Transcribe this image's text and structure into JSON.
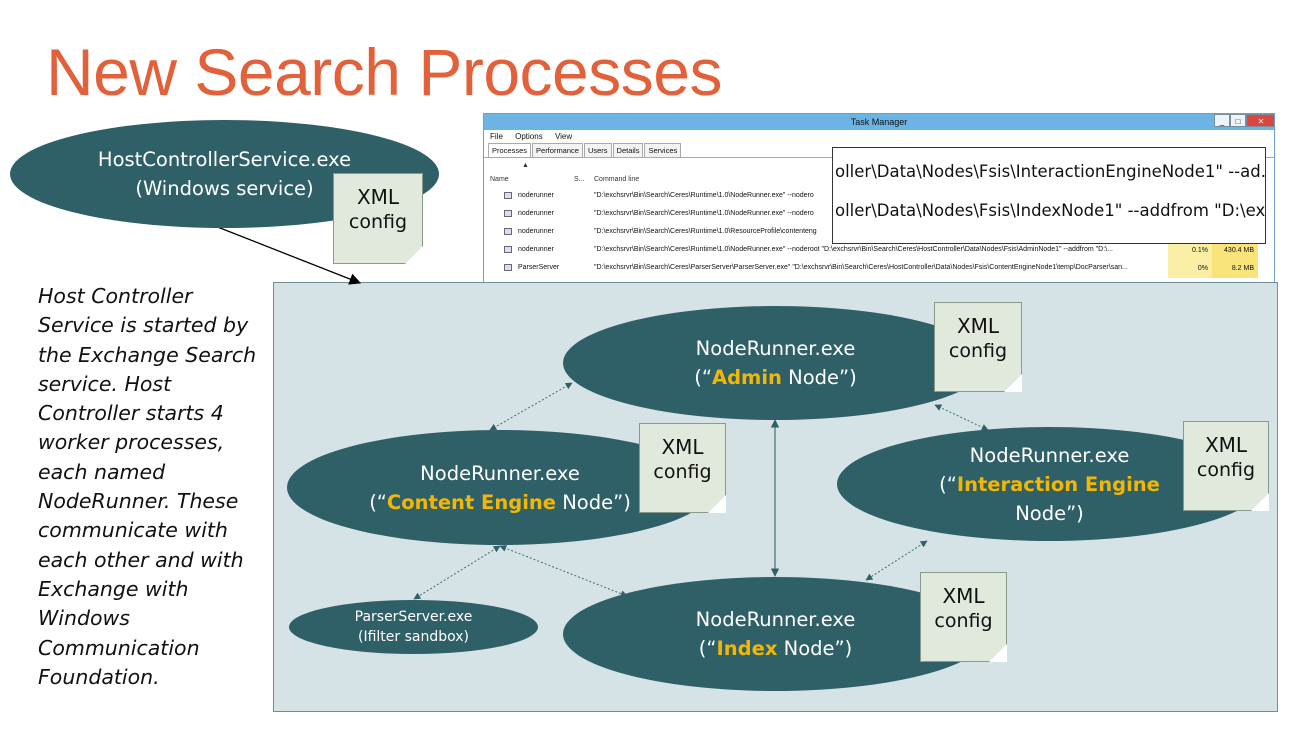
{
  "title": "New Search Processes",
  "host_controller": {
    "line1": "HostControllerService.exe",
    "line2": "(Windows service)"
  },
  "xml_note": {
    "line1": "XML",
    "line2": "config"
  },
  "description": "Host Controller Service is started by the Exchange Search service. Host Controller starts 4 worker processes, each named NodeRunner. These communicate with each other and with Exchange with Windows Communication Foundation.",
  "nodes": {
    "admin": {
      "exe": "NodeRunner.exe",
      "open": "(“",
      "highlight": "Admin",
      "close": " Node”)"
    },
    "content": {
      "exe": "NodeRunner.exe",
      "open": "(“",
      "highlight": "Content Engine",
      "close": " Node”)"
    },
    "interaction": {
      "exe": "NodeRunner.exe",
      "open": "(“",
      "highlight": "Interaction Engine",
      "close": "Node”)"
    },
    "index": {
      "exe": "NodeRunner.exe",
      "open": "(“",
      "highlight": "Index",
      "close": " Node”)"
    },
    "parser": {
      "line1": "ParserServer.exe",
      "line2": "(Ifilter sandbox)"
    }
  },
  "task_manager": {
    "title": "Task Manager",
    "menu": [
      "File",
      "Options",
      "View"
    ],
    "tabs": [
      "Processes",
      "Performance",
      "Users",
      "Details",
      "Services"
    ],
    "columns": {
      "name": "Name",
      "status": "S...",
      "command": "Command line"
    },
    "rows": [
      {
        "name": "noderunner",
        "cmd": "\"D:\\exchsrvr\\Bin\\Search\\Ceres\\Runtime\\1.0\\NodeRunner.exe\" --nodero",
        "cpu": "",
        "mem": ""
      },
      {
        "name": "noderunner",
        "cmd": "\"D:\\exchsrvr\\Bin\\Search\\Ceres\\Runtime\\1.0\\NodeRunner.exe\" --nodero",
        "cpu": "",
        "mem": ""
      },
      {
        "name": "noderunner",
        "cmd": "\"D:\\exchsrvr\\Bin\\Search\\Ceres\\Runtime\\1.0\\ResourceProfile\\contenteng",
        "cpu": "",
        "mem": ""
      },
      {
        "name": "noderunner",
        "cmd": "\"D:\\exchsrvr\\Bin\\Search\\Ceres\\Runtime\\1.0\\NodeRunner.exe\" --noderoot \"D:\\exchsrvr\\Bin\\Search\\Ceres\\HostController\\Data\\Nodes\\Fsis\\AdminNode1\" --addfrom \"D:\\...",
        "cpu": "0.1%",
        "mem": "430.4 MB"
      },
      {
        "name": "ParserServer",
        "cmd": "\"D:\\exchsrvr\\Bin\\Search\\Ceres\\ParserServer\\ParserServer.exe\" \"D:\\exchsrvr\\Bin\\Search\\Ceres\\HostController\\Data\\Nodes\\Fsis\\ContentEngineNode1\\temp\\DocParser\\san...",
        "cpu": "0%",
        "mem": "8.2 MB"
      }
    ],
    "zoom_lines": [
      "oller\\Data\\Nodes\\Fsis\\InteractionEngineNode1\" --ad...",
      "oller\\Data\\Nodes\\Fsis\\IndexNode1\" --addfrom \"D:\\ex..."
    ],
    "window_buttons": [
      "_",
      "□",
      "✕"
    ]
  }
}
